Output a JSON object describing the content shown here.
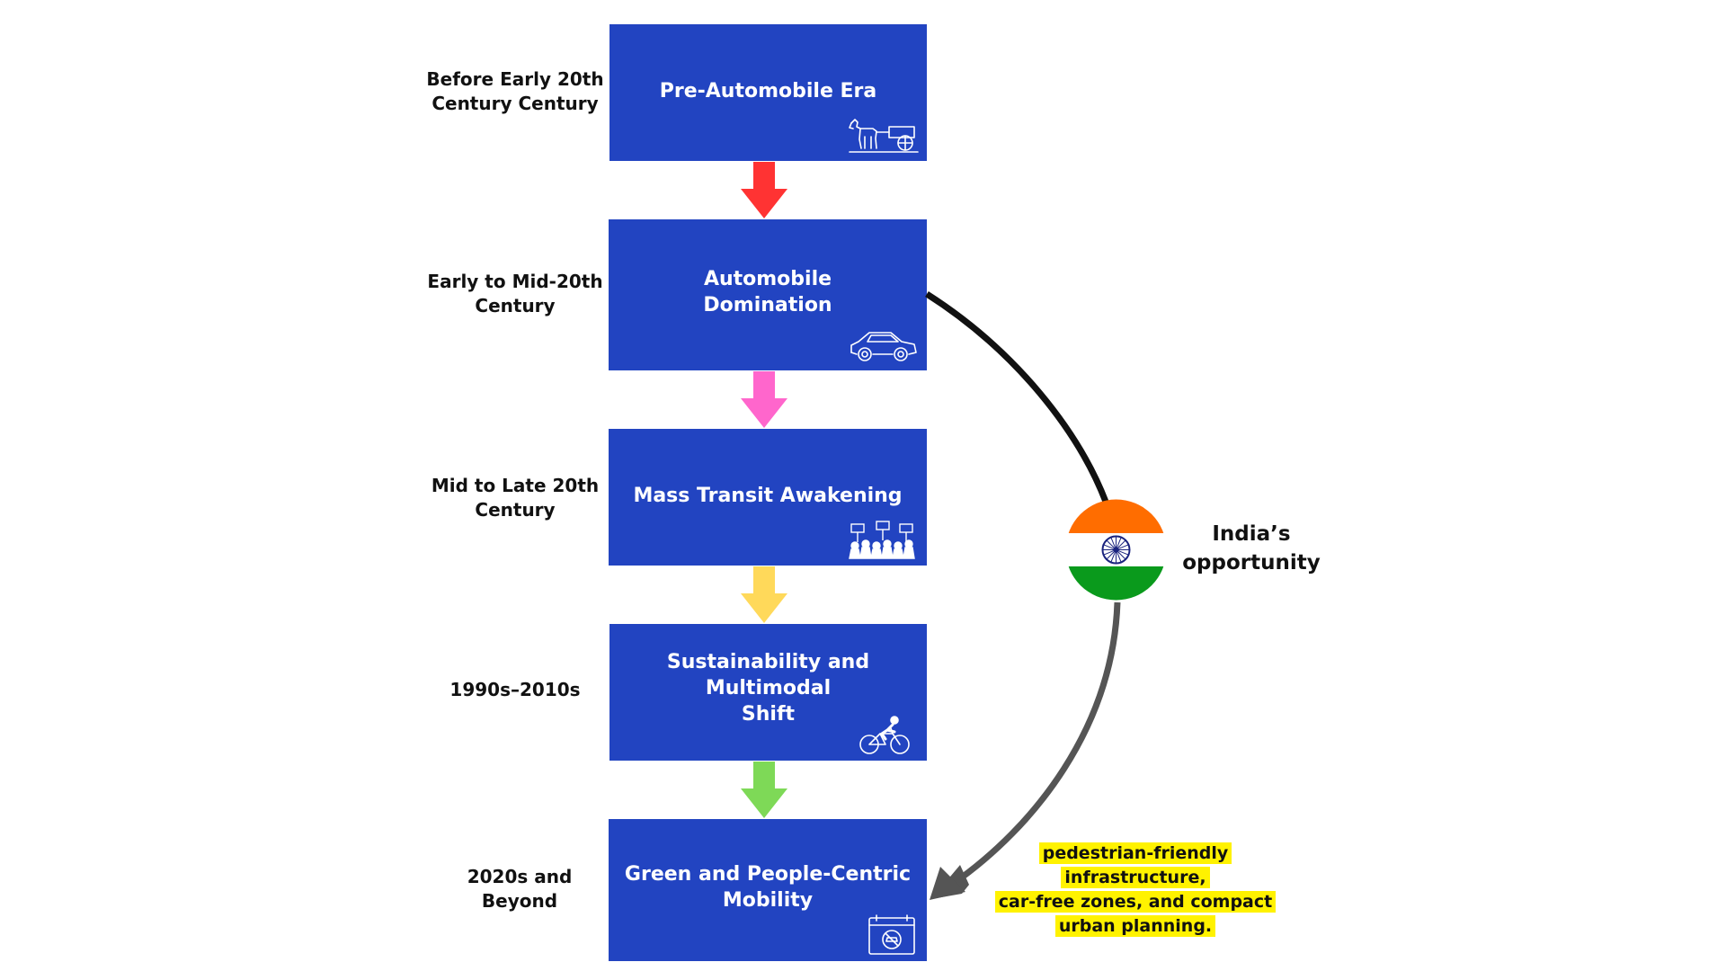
{
  "stages": [
    {
      "era": "Before Early 20th\nCentury Century",
      "title": "Pre-Automobile Era",
      "icon": "horse-cart-icon"
    },
    {
      "era": "Early to Mid-20th\nCentury",
      "title": "Automobile\nDomination",
      "icon": "car-icon"
    },
    {
      "era": "Mid to Late 20th\nCentury",
      "title": "Mass Transit Awakening",
      "icon": "protest-crowd-icon"
    },
    {
      "era": "1990s–2010s",
      "title": "Sustainability and Multimodal\nShift",
      "icon": "cyclist-icon"
    },
    {
      "era": "2020s and\nBeyond",
      "title": "Green and People-Centric\nMobility",
      "icon": "no-car-calendar-icon"
    }
  ],
  "arrow_colors": [
    "#ff3333",
    "#ff66cc",
    "#ffd95a",
    "#7ed957"
  ],
  "stage_color": "#2244c1",
  "india": {
    "label": "India’s\nopportunity",
    "flag_colors": {
      "saffron": "#ff6d00",
      "white": "#ffffff",
      "green": "#0a9a1c",
      "chakra": "#1a237e"
    },
    "icon": "india-flag-icon"
  },
  "note": {
    "line1": "pedestrian-friendly",
    "line2": "infrastructure,",
    "line3": "car-free zones, and compact",
    "line4": "urban planning.",
    "highlight_color": "#fff200"
  },
  "curve_colors": {
    "top": "#111111",
    "bottom": "#555555"
  }
}
